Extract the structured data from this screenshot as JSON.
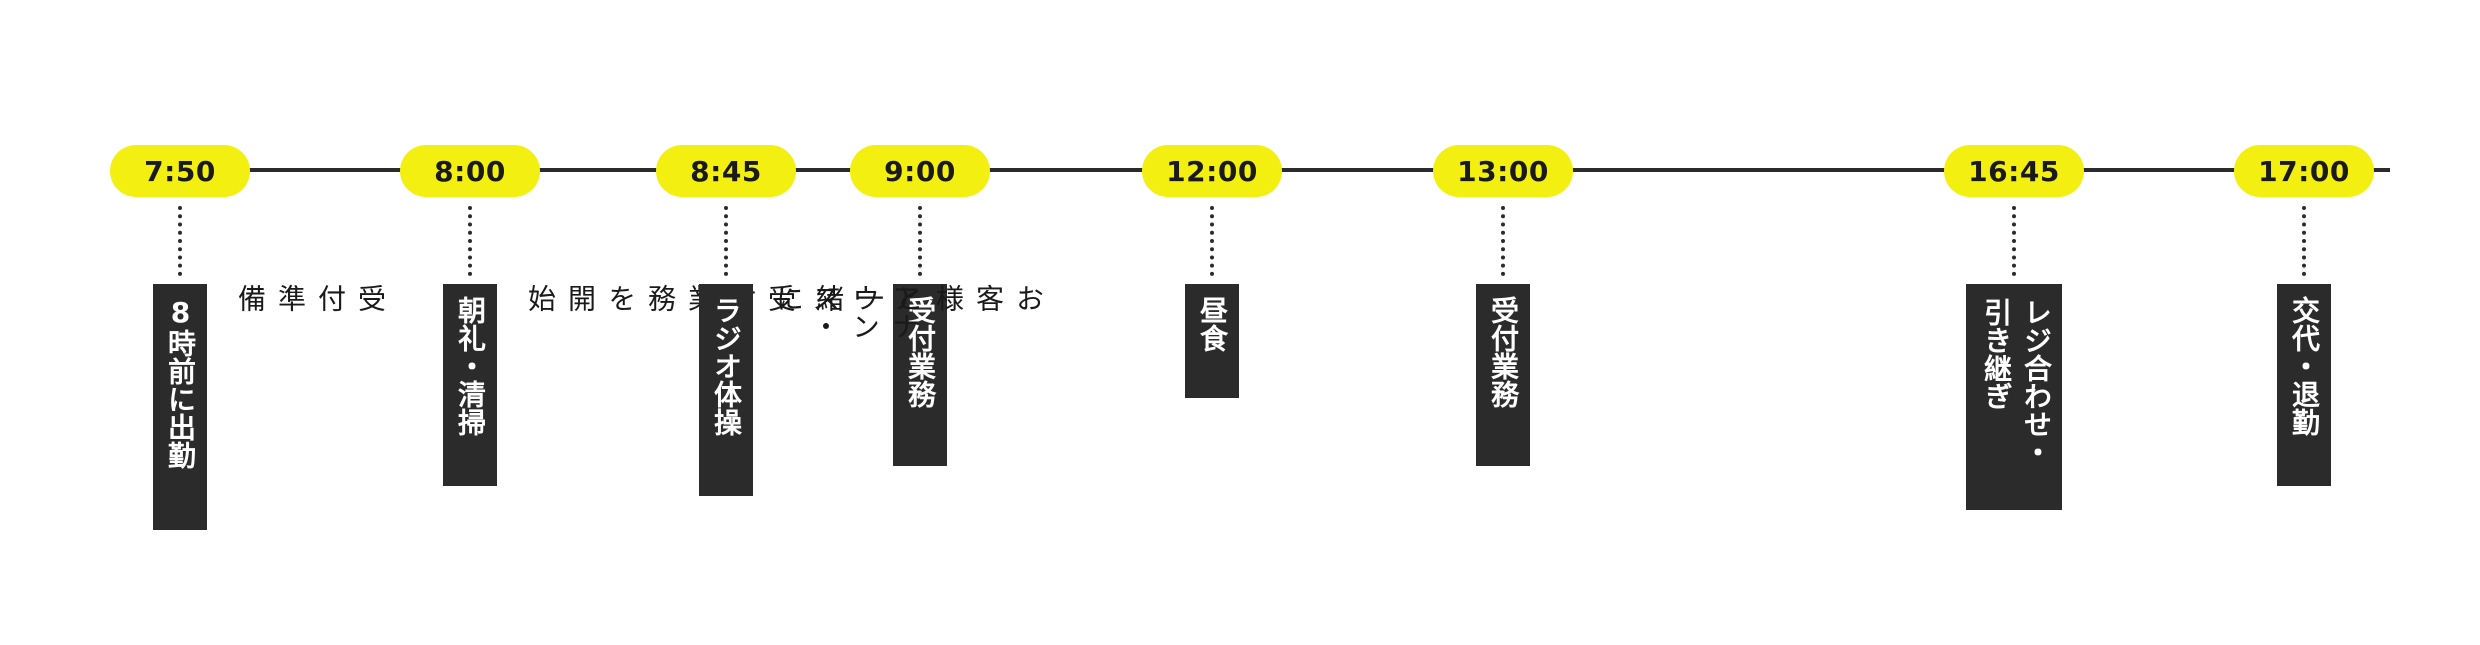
{
  "colors": {
    "accent": "#f3f011",
    "dark": "#2b2b2b",
    "text": "#1a1a1a"
  },
  "events": [
    {
      "time": "7:50",
      "box": [
        "8時前に出勤"
      ],
      "note": [
        "受付準備"
      ]
    },
    {
      "time": "8:00",
      "box": [
        "朝礼・清掃"
      ],
      "note": [
        "受付業務を開始"
      ]
    },
    {
      "time": "8:45",
      "box": [
        "ラジオ体操"
      ],
      "note": []
    },
    {
      "time": "9:00",
      "box": [
        "受付業務"
      ],
      "note": [
        "アナウンス・",
        "お客様と一緒に"
      ]
    },
    {
      "time": "12:00",
      "box": [
        "昼食"
      ],
      "note": []
    },
    {
      "time": "13:00",
      "box": [
        "受付業務"
      ],
      "note": []
    },
    {
      "time": "16:45",
      "box": [
        "レジ合わせ・",
        "引き継ぎ"
      ],
      "note": []
    },
    {
      "time": "17:00",
      "box": [
        "交代・退勤"
      ],
      "note": []
    }
  ]
}
